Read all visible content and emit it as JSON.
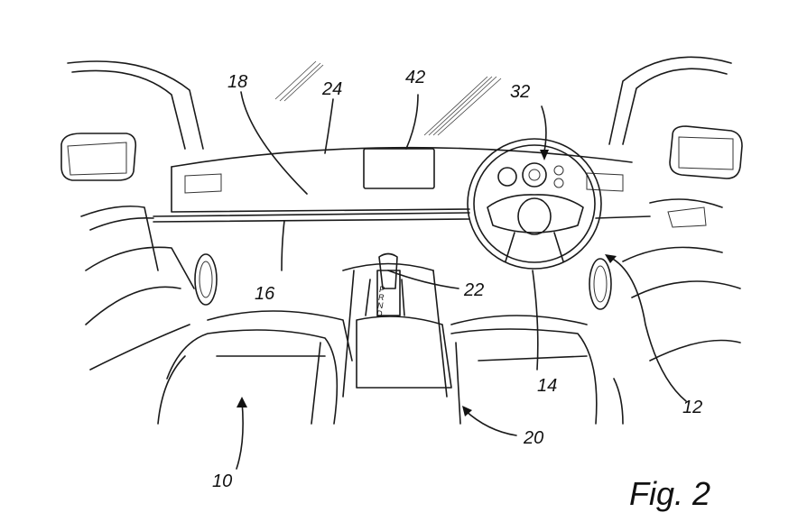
{
  "figure": {
    "caption": "Fig. 2",
    "subject": "vehicle interior, dashboard and front seats (patent drawing)"
  },
  "reference_numerals": [
    {
      "id": "10",
      "text": "10"
    },
    {
      "id": "12",
      "text": "12"
    },
    {
      "id": "14",
      "text": "14"
    },
    {
      "id": "16",
      "text": "16"
    },
    {
      "id": "18",
      "text": "18"
    },
    {
      "id": "20",
      "text": "20"
    },
    {
      "id": "22",
      "text": "22"
    },
    {
      "id": "24",
      "text": "24"
    },
    {
      "id": "32",
      "text": "32"
    },
    {
      "id": "42",
      "text": "42"
    }
  ],
  "gear_selector": {
    "positions": [
      "P",
      "R",
      "N",
      "D"
    ]
  },
  "colors": {
    "line": "#1a1a1a",
    "background": "#ffffff"
  }
}
